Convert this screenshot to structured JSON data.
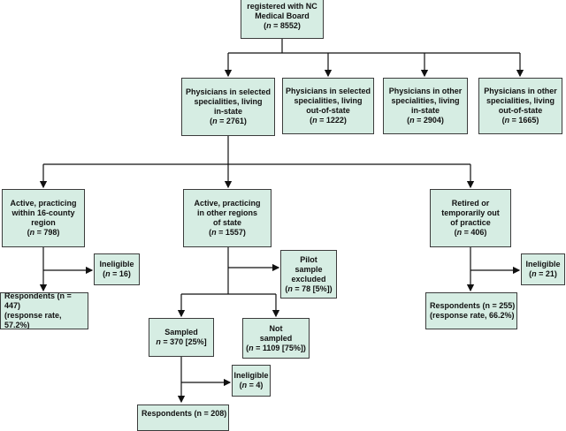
{
  "nodes": {
    "root": {
      "lines": [
        "registered with NC",
        "Medical Board"
      ],
      "n": "8552"
    },
    "sel_in": {
      "lines": [
        "Physicians in selected",
        "specialities, living",
        "in-state"
      ],
      "n": "2761"
    },
    "sel_out": {
      "lines": [
        "Physicians in selected",
        "specialities, living",
        "out-of-state"
      ],
      "n": "1222"
    },
    "oth_in": {
      "lines": [
        "Physicians in other",
        "specialities, living",
        "in-state"
      ],
      "n": "2904"
    },
    "oth_out": {
      "lines": [
        "Physicians in other",
        "specialities, living",
        "out-of-state"
      ],
      "n": "1665"
    },
    "active16": {
      "lines": [
        "Active, practicing",
        "within 16-county",
        "region"
      ],
      "n": "798"
    },
    "active_other": {
      "lines": [
        "Active, practicing",
        "in other regions",
        "of state"
      ],
      "n": "1557"
    },
    "retired": {
      "lines": [
        "Retired or",
        "temporarily out",
        "of practice"
      ],
      "n": "406"
    },
    "inel_16": {
      "lines": [
        "Ineligible"
      ],
      "n": "16"
    },
    "pilot": {
      "lines": [
        "Pilot",
        "sample",
        "excluded"
      ],
      "n": "78 [5%]"
    },
    "inel_21": {
      "lines": [
        "Ineligible"
      ],
      "n": "21"
    },
    "resp_447": {
      "line1": "Respondents (n = 447)",
      "line2": "(response rate, 57.2%)"
    },
    "resp_255": {
      "line1": "Respondents (n = 255)",
      "line2": "(response rate, 66.2%)"
    },
    "sampled": {
      "lines": [
        "Sampled"
      ],
      "n": "370 [25%]"
    },
    "not_sampled": {
      "lines": [
        "Not",
        "sampled"
      ],
      "n": "1109 [75%]"
    },
    "inel_4": {
      "lines": [
        "Ineligible"
      ],
      "n": "4"
    },
    "resp_208": {
      "line1": "Respondents (n = 208)",
      "line2": ""
    }
  }
}
